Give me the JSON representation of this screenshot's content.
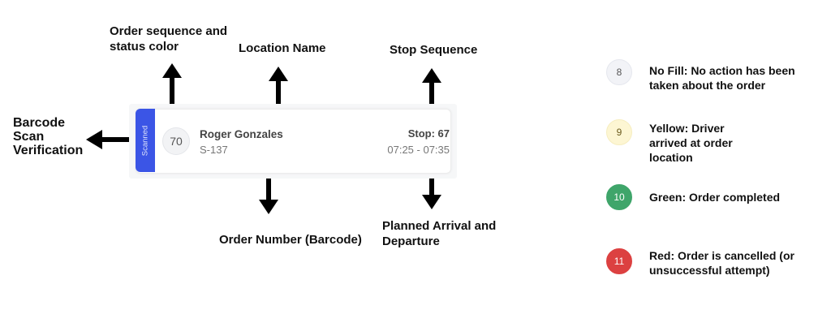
{
  "labels": {
    "order_sequence": "Order sequence and status color",
    "location_name": "Location Name",
    "stop_sequence": "Stop Sequence",
    "barcode_scan": "Barcode Scan Verification",
    "order_number": "Order Number (Barcode)",
    "planned_arrival": "Planned Arrival and Departure"
  },
  "card": {
    "scan_tag": "Scanned",
    "sequence": "70",
    "location": "Roger Gonzales",
    "order_number": "S-137",
    "stop": "Stop: 67",
    "time_window": "07:25 - 07:35"
  },
  "legend": [
    {
      "number": "8",
      "text": "No Fill: No action has been taken about the order",
      "fill": "#f2f3f7",
      "text_color": "#555555",
      "border": "#e5e7ee"
    },
    {
      "number": "9",
      "text": "Yellow: Driver arrived at order location",
      "fill": "#fdf6d3",
      "text_color": "#6b5a1c",
      "border": "#f6edbf"
    },
    {
      "number": "10",
      "text": "Green: Order completed",
      "fill": "#3fa56a",
      "text_color": "#ffffff",
      "border": "#3fa56a"
    },
    {
      "number": "11",
      "text": "Red: Order is cancelled (or unsuccessful attempt)",
      "fill": "#dc4141",
      "text_color": "#ffffff",
      "border": "#dc4141"
    }
  ],
  "colors": {
    "scan_tab": "#3b55e6",
    "arrow": "#000000"
  }
}
